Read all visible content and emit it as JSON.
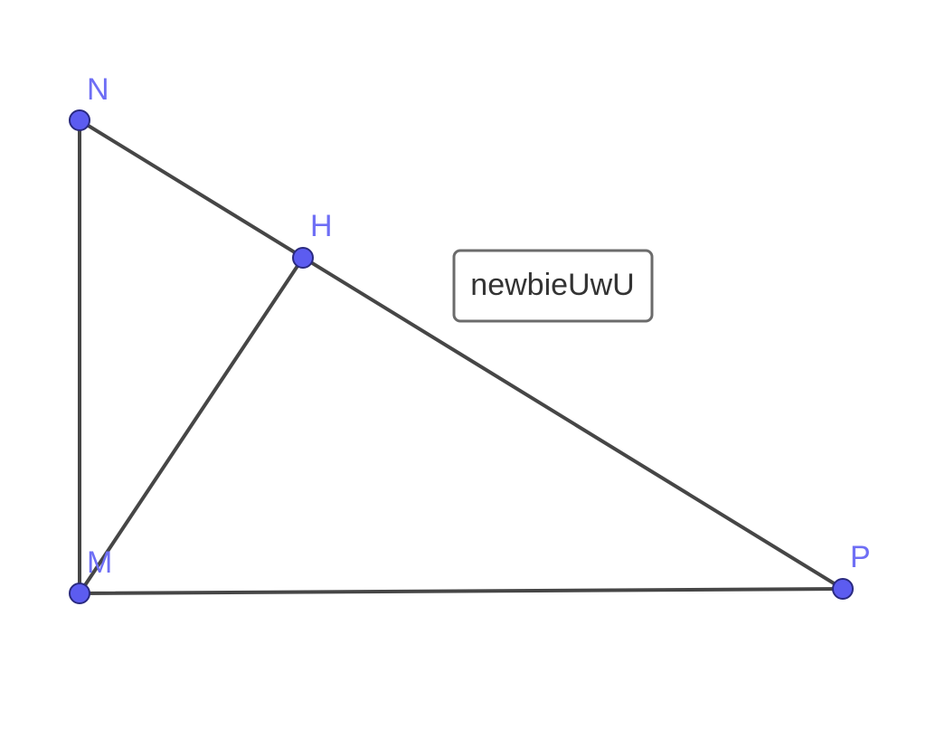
{
  "diagram": {
    "points": [
      {
        "id": "N",
        "label": "N"
      },
      {
        "id": "H",
        "label": "H"
      },
      {
        "id": "M",
        "label": "M"
      },
      {
        "id": "P",
        "label": "P"
      }
    ],
    "segments": [
      {
        "from": "N",
        "to": "M"
      },
      {
        "from": "M",
        "to": "P"
      },
      {
        "from": "N",
        "to": "P"
      },
      {
        "from": "M",
        "to": "H"
      }
    ],
    "caption": "newbieUwU",
    "colors": {
      "point_fill": "#5c5cf0",
      "point_stroke": "#2a2a80",
      "label": "#6e6ef5",
      "segment": "#464646",
      "caption_border": "#6b6b6b",
      "caption_text": "#333333"
    }
  }
}
